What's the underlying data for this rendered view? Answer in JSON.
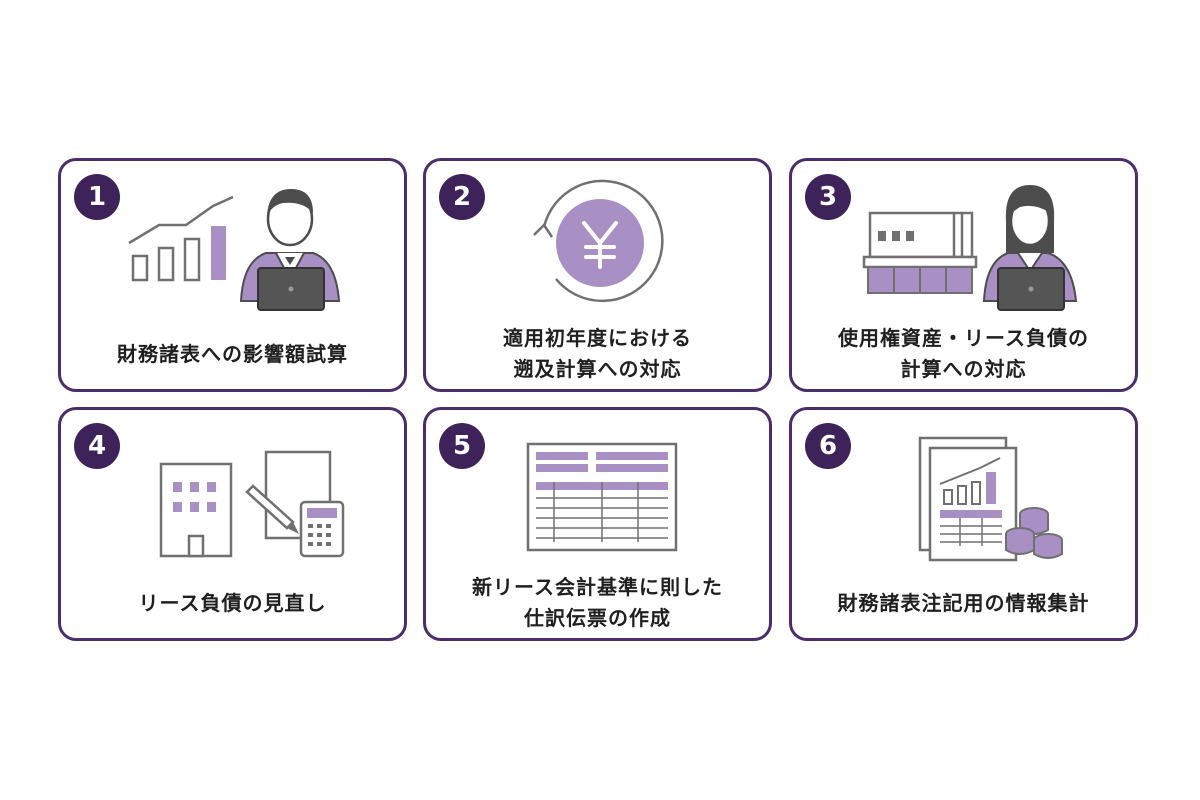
{
  "colors": {
    "border": "#4a2d6b",
    "badge": "#3d2359",
    "accent_purple": "#a88fc4",
    "line_gray": "#707070",
    "text": "#1f1f1f"
  },
  "cards": [
    {
      "number": "1",
      "lines": [
        "財務諸表への影響額試算"
      ],
      "icon": "chart-with-businessman-icon"
    },
    {
      "number": "2",
      "lines": [
        "適用初年度における",
        "遡及計算への対応"
      ],
      "icon": "yen-coin-cycle-icon"
    },
    {
      "number": "3",
      "lines": [
        "使用権資産・リース負債の",
        "計算への対応"
      ],
      "icon": "building-with-businesswoman-icon"
    },
    {
      "number": "4",
      "lines": [
        "リース負債の見直し"
      ],
      "icon": "office-document-calculator-icon"
    },
    {
      "number": "5",
      "lines": [
        "新リース会計基準に則した",
        "仕訳伝票の作成"
      ],
      "icon": "ledger-table-icon"
    },
    {
      "number": "6",
      "lines": [
        "財務諸表注記用の情報集計"
      ],
      "icon": "report-with-coins-icon"
    }
  ]
}
